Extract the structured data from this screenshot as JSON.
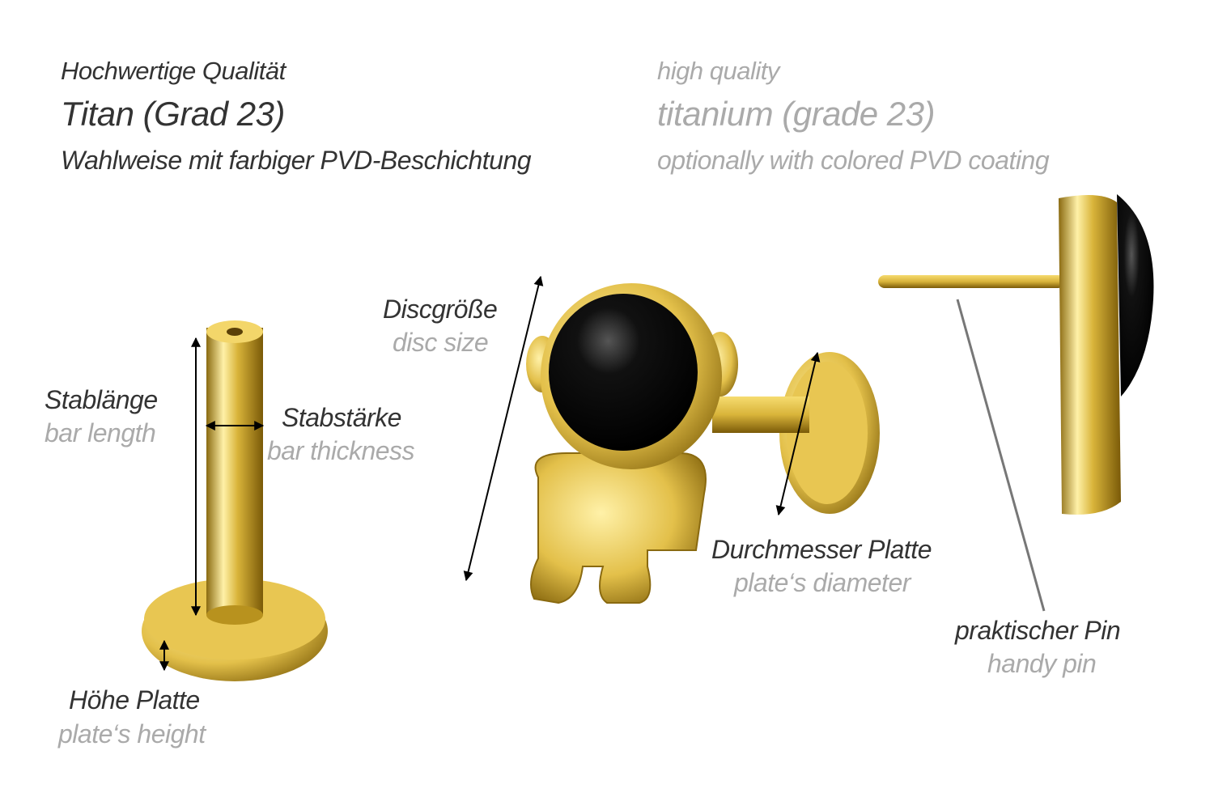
{
  "header": {
    "de": {
      "quality": "Hochwertige Qualität",
      "material": "Titan (Grad 23)",
      "coating": "Wahlweise mit farbiger PVD-Beschichtung"
    },
    "en": {
      "quality": "high quality",
      "material": "titanium (grade 23)",
      "coating": "optionally with colored PVD coating"
    }
  },
  "labels": {
    "bar_length": {
      "de": "Stablänge",
      "en": "bar length"
    },
    "bar_thickness": {
      "de": "Stabstärke",
      "en": "bar thickness"
    },
    "plate_height": {
      "de": "Höhe Platte",
      "en": "plate‘s height"
    },
    "disc_size": {
      "de": "Discgröße",
      "en": "disc size"
    },
    "plate_diameter": {
      "de": "Durchmesser Platte",
      "en": "plate‘s diameter"
    },
    "handy_pin": {
      "de": "praktischer Pin",
      "en": "handy pin"
    }
  },
  "colors": {
    "gold": "#d9b43a",
    "gold_dark": "#8a6a10",
    "gold_light": "#fff1a8",
    "enamel": "#0a0a0a",
    "text_de": "#333333",
    "text_en": "#aaaaaa"
  }
}
